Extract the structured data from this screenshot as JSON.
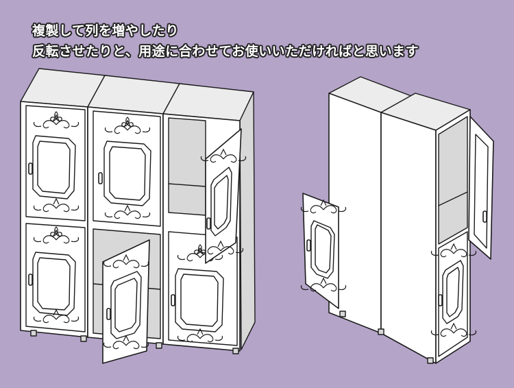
{
  "caption": {
    "line1": "複製して列を増やしたり",
    "line2": "反転させたりと、用途に合わせてお使いいただければと思います"
  },
  "colors": {
    "background": "#b4a4c8",
    "cabinet": "#ffffff",
    "outline": "#1a1a1a",
    "text_fill": "#ffffff"
  },
  "illustration": {
    "left_group": "three-column-locker-row",
    "right_group": "two-column-locker-pair"
  }
}
